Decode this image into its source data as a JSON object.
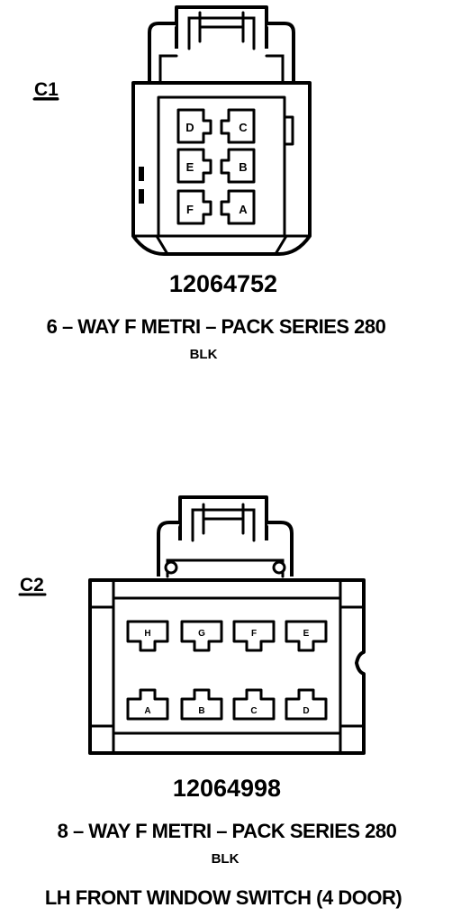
{
  "connector_c1": {
    "label": "C1",
    "part_number": "12064752",
    "description": "6 – WAY F METRI – PACK SERIES 280",
    "color": "BLK",
    "cavities": [
      "D",
      "C",
      "E",
      "B",
      "F",
      "A"
    ]
  },
  "connector_c2": {
    "label": "C2",
    "part_number": "12064998",
    "description": "8 – WAY F METRI – PACK SERIES 280",
    "color": "BLK",
    "cavities": [
      "H",
      "G",
      "F",
      "E",
      "A",
      "B",
      "C",
      "D"
    ]
  },
  "title": "LH FRONT WINDOW SWITCH (4 DOOR)"
}
